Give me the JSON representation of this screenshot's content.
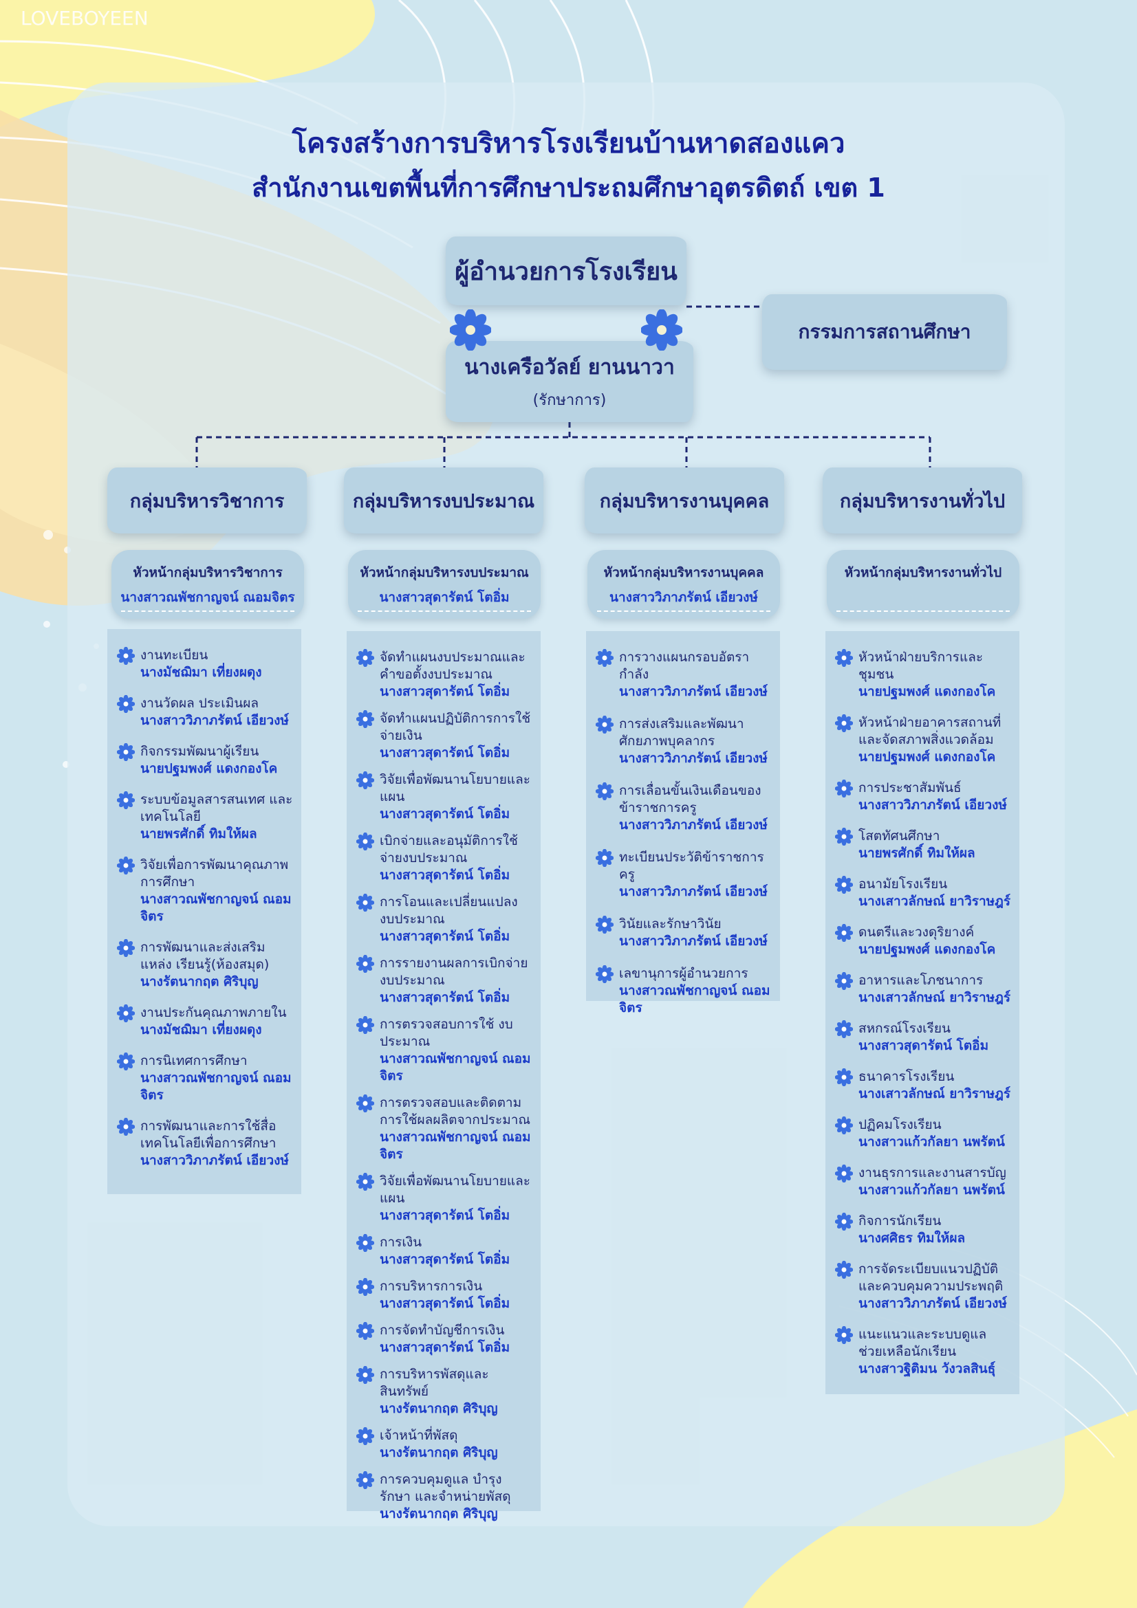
{
  "watermark": "LOVEBOYEEN",
  "title": {
    "line1": "โครงสร้างการบริหารโรงเรียนบ้านหาดสองแคว",
    "line2": "สำนักงานเขตพื้นที่การศึกษาประถมศึกษาอุตรดิตถ์ เขต 1"
  },
  "head": {
    "title": "ผู้อำนวยการโรงเรียน",
    "name": "นางเครือวัลย์ ยานนาวา",
    "role": "(รักษาการ)"
  },
  "board": "กรรมการสถานศึกษา",
  "colors": {
    "title": "#17239a",
    "person": "#1b3cc8",
    "box": "#b8d3e3",
    "flower": "#3a6fe0"
  },
  "groups": [
    {
      "name": "กลุ่มบริหารวิชาการ",
      "chief_title": "หัวหน้ากลุ่มบริหารวิชาการ",
      "chief_name": "นางสาวณพัชกาญจน์ ณอมจิตร",
      "items": [
        {
          "task": "งานทะเบียน",
          "person": "นางมัชฌิมา เที่ยงผดุง"
        },
        {
          "task": "งานวัดผล ประเมินผล",
          "person": "นางสาววิภาภรัตน์ เอียวงษ์"
        },
        {
          "task": "กิจกรรมพัฒนาผู้เรียน",
          "person": "นายปฐมพงศ์ แดงกองโค"
        },
        {
          "task": "ระบบข้อมูลสารสนเทศ และเทคโนโลยี",
          "person": "นายพรศักดิ์ ทิมให้ผล"
        },
        {
          "task": "วิจัยเพื่อการพัฒนาคุณภาพ การศึกษา",
          "person": "นางสาวณพัชกาญจน์ ณอมจิตร"
        },
        {
          "task": "การพัฒนาและส่งเสริมแหล่ง เรียนรู้(ห้องสมุด)",
          "person": "นางรัตนากฤต ศิริบุญ"
        },
        {
          "task": "งานประกันคุณภาพภายใน",
          "person": "นางมัชฌิมา เที่ยงผดุง"
        },
        {
          "task": "การนิเทศการศึกษา",
          "person": "นางสาวณพัชกาญจน์ ณอมจิตร"
        },
        {
          "task": "การพัฒนาและการใช้สื่อ เทคโนโลยีเพื่อการศึกษา",
          "person": "นางสาววิภาภรัตน์ เอียวงษ์"
        }
      ]
    },
    {
      "name": "กลุ่มบริหารงบประมาณ",
      "chief_title": "หัวหน้ากลุ่มบริหารงบประมาณ",
      "chief_name": "นางสาวสุดารัตน์ โตอิ่ม",
      "items": [
        {
          "task": "จัดทำแผนงบประมาณและ คำขอตั้งงบประมาณ",
          "person": "นางสาวสุดารัตน์ โตอิ่ม"
        },
        {
          "task": "จัดทำแผนปฏิบัติการการใช้ จ่ายเงิน",
          "person": "นางสาวสุดารัตน์ โตอิ่ม"
        },
        {
          "task": "วิจัยเพื่อพัฒนานโยบายและแผน",
          "person": "นางสาวสุดารัตน์ โตอิ่ม"
        },
        {
          "task": "เบิกจ่ายและอนุมัติการใช้ จ่ายงบประมาณ",
          "person": "นางสาวสุดารัตน์ โตอิ่ม"
        },
        {
          "task": "การโอนและเปลี่ยนแปลง งบประมาณ",
          "person": "นางสาวสุดารัตน์ โตอิ่ม"
        },
        {
          "task": "การรายงานผลการเบิกจ่าย งบประมาณ",
          "person": "นางสาวสุดารัตน์ โตอิ่ม"
        },
        {
          "task": "การตรวจสอบการใช้ งบประมาณ",
          "person": "นางสาวณพัชกาญจน์ ณอมจิตร"
        },
        {
          "task": "การตรวจสอบและติดตาม การใช้ผลผลิตจากประมาณ",
          "person": "นางสาวณพัชกาญจน์ ณอมจิตร"
        },
        {
          "task": "วิจัยเพื่อพัฒนานโยบายและแผน",
          "person": "นางสาวสุดารัตน์ โตอิ่ม"
        },
        {
          "task": "การเงิน",
          "person": "นางสาวสุดารัตน์ โตอิ่ม"
        },
        {
          "task": "การบริหารการเงิน",
          "person": "นางสาวสุดารัตน์ โตอิ่ม"
        },
        {
          "task": "การจัดทำบัญชีการเงิน",
          "person": "นางสาวสุดารัตน์ โตอิ่ม"
        },
        {
          "task": "การบริหารพัสดุและสินทรัพย์",
          "person": "นางรัตนากฤต ศิริบุญ"
        },
        {
          "task": "เจ้าหน้าที่พัสดุ",
          "person": "นางรัตนากฤต ศิริบุญ"
        },
        {
          "task": "การควบคุมดูแล บำรุงรักษา และจำหน่ายพัสดุ",
          "person": "นางรัตนากฤต ศิริบุญ"
        }
      ]
    },
    {
      "name": "กลุ่มบริหารงานบุคคล",
      "chief_title": "หัวหน้ากลุ่มบริหารงานบุคคล",
      "chief_name": "นางสาววิภาภรัตน์ เอียวงษ์",
      "items": [
        {
          "task": "การวางแผนกรอบอัตรากำลัง",
          "person": "นางสาววิภาภรัตน์ เอียวงษ์"
        },
        {
          "task": "การส่งเสริมและพัฒนา ศักยภาพบุคลากร",
          "person": "นางสาววิภาภรัตน์ เอียวงษ์"
        },
        {
          "task": "การเลื่อนขั้นเงินเดือนของ ข้าราชการครู",
          "person": "นางสาววิภาภรัตน์ เอียวงษ์"
        },
        {
          "task": "ทะเบียนประวัติข้าราชการครู",
          "person": "นางสาววิภาภรัตน์ เอียวงษ์"
        },
        {
          "task": "วินัยและรักษาวินัย",
          "person": "นางสาววิภาภรัตน์ เอียวงษ์"
        },
        {
          "task": "เลขานุการผู้อำนวยการ",
          "person": "นางสาวณพัชกาญจน์ ณอมจิตร"
        }
      ]
    },
    {
      "name": "กลุ่มบริหารงานทั่วไป",
      "chief_title": "หัวหน้ากลุ่มบริหารงานทั่วไป",
      "chief_name": "",
      "items": [
        {
          "task": "หัวหน้าฝ่ายบริการและชุมชน",
          "person": "นายปฐมพงศ์ แดงกองโค"
        },
        {
          "task": "หัวหน้าฝ่ายอาคารสถานที่ และจัดสภาพสิ่งแวดล้อม",
          "person": "นายปฐมพงศ์ แดงกองโค"
        },
        {
          "task": "การประชาสัมพันธ์",
          "person": "นางสาววิภาภรัตน์ เอียวงษ์"
        },
        {
          "task": "โสตทัศนศึกษา",
          "person": "นายพรศักดิ์ ทิมให้ผล"
        },
        {
          "task": "อนามัยโรงเรียน",
          "person": "นางเสาวลักษณ์ ยาวิราษฎร์"
        },
        {
          "task": "ดนตรีและวงดุริยางค์",
          "person": "นายปฐมพงศ์ แดงกองโค"
        },
        {
          "task": "อาหารและโภชนาการ",
          "person": "นางเสาวลักษณ์ ยาวิราษฎร์"
        },
        {
          "task": "สหกรณ์โรงเรียน",
          "person": "นางสาวสุดารัตน์ โตอิ่ม"
        },
        {
          "task": "ธนาคารโรงเรียน",
          "person": "นางเสาวลักษณ์ ยาวิราษฎร์"
        },
        {
          "task": "ปฏิคมโรงเรียน",
          "person": "นางสาวแก้วกัลยา นพรัตน์"
        },
        {
          "task": "งานธุรการและงานสารบัญ",
          "person": "นางสาวแก้วกัลยา นพรัตน์"
        },
        {
          "task": "กิจการนักเรียน",
          "person": "นางศศิธร ทิมให้ผล"
        },
        {
          "task": "การจัดระเบียบแนวปฏิบัติ และควบคุมความประพฤติ",
          "person": "นางสาววิภาภรัตน์ เอียวงษ์"
        },
        {
          "task": "แนะแนวและระบบดูแล ช่วยเหลือนักเรียน",
          "person": "นางสาวฐิติมน วังวลสินธุ์"
        }
      ]
    }
  ]
}
